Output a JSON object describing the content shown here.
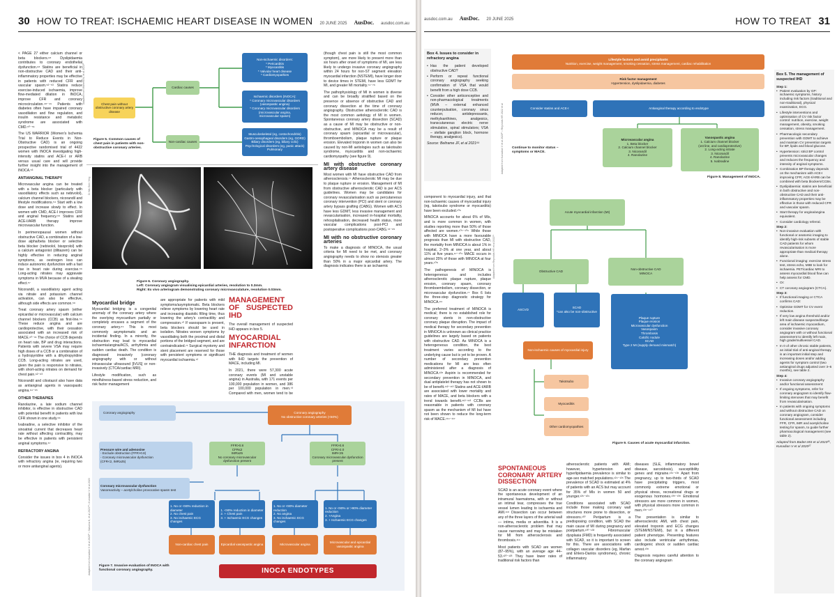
{
  "left_header": {
    "page_no": "30",
    "title": "HOW TO TREAT: ISCHAEMIC HEART DISEASE IN WOMEN",
    "date": "20 JUNE 2025",
    "brand": "AusDoc.",
    "url": "ausdoc.com.au"
  },
  "right_header": {
    "url": "ausdoc.com.au",
    "brand": "AusDoc.",
    "date": "20 JUNE 2025",
    "title": "HOW TO TREAT",
    "page_no": "31"
  },
  "col1": {
    "p1": "< PAGE 27 either calcium channel or beta blockers.⁶⁸ Dyslipidaemia contributes to coronary endothelial dysfunction.⁶⁸ Statins are beneficial in non-obstructive CAD and their anti-inflammatory properties may be effective in patients with reduced CFR and vascular spasm.⁵²⁻⁵³ Statins reduce exercise-induced ischaemia, improve flow-mediated dilation in INOCA, improve CFR and coronary microcirculation.⁴⁸⁻⁴⁹ Patients with diabetes often have impaired coronary vasodilation and flow regulation, and insulin resistance and metabolic syndrome are associated with CMD.⁵⁰⁻⁵¹",
    "p2": "The US WARRIOR (Women's Ischemia Trial to Reduce Events in Non-Obstructive CAD) is an ongoing prospective randomised trial of 4422 women with INOCA investigating high-intensity statins and ACE-I or ARB versus usual care and will provide further insight into the management of INOCA.⁵³",
    "h_anti": "ANTIANGINAL THERAPY",
    "p3": "Microvascular angina can be treated with a beta blocker (particularly with vasodilatory effects such as nebivolol), calcium channel blockers, nicorandil and lifestyle modifications.⁵⁴ Start with a low dose and increase slowly to effect. In women with CMD, ACE-I improves CFR and anginal frequency.⁵⁵ Statins and ACE-I/ARB therapy improve microvascular function.",
    "p4": "In perimenopausal women without obstructive CAD, a combination of a low-dose alpha/beta blocker or selective beta blocker (nebivolol, bisoprolol) with a calcium antagonist (diltiazem) can be highly effective in reducing anginal symptoms, as oestrogen loss can induce autonomic dysfunction with a fast rise in heart rate during exercise.⁵⁶ Long-acting nitrates may aggravate symptoms in MVA because of a stealing effect.⁵⁷",
    "p5": "Nicorandil, a vasodilatory agent acting via nitrate and potassium channel activation, can also be effective, although side effects are common.⁵⁸",
    "p6": "Treat coronary artery spasm (either epicardial or microvascular) with calcium channel blockers (CCB) as first-line.⁵⁹ These reduce angina and are cardioprotective, with their cessation associated with an increased risk of MACE.⁶⁰⁻⁶¹ The choice of CCB depends on heart rate, BP and drug interactions. Patients with severe VSA may require high doses of a CCB or a combination of a hydropyridine with a dihydropyridine CCB. Long-acting nitrates are used, given the pain is responsive to nitrates, with short-acting nitrates on demand for chest pain.⁶²⁻⁶³",
    "p7": "Nicorandil and cilostazol also have data as antianginal agents in vasospastic angina.⁶⁴⁻⁶⁵",
    "h_other": "OTHER THERAPIES",
    "p8": "Ranolazine, a late sodium channel inhibitor, is effective in obstructive CAD with potential benefit in patients with low CFR shown in one study.⁶⁶",
    "p9": "Ivabradine, a selective inhibitor of the sinoatrial current that decreases heart rate without affecting contractility, may be effective in patients with persistent anginal symptoms.⁶⁷",
    "h_ref": "REFRACTORY ANGINA",
    "p10": "Consider the issues in box 4 in INOCA with refractory angina (ie, requiring two or more antianginal agents)."
  },
  "fig5": {
    "root": "Chest pain without obstructive coronary artery disease",
    "cardiac": "Cardiac causes",
    "noncardiac": "Non-cardiac causes",
    "ischaemic_title": "Non-ischaemic disorders:",
    "ischaemic_items": [
      "* Pericarditis",
      "* Myocarditis",
      "* Valvular heart disease",
      "* Cardiomyopathies"
    ],
    "inoca_title": "Ischaemic disorders (INOCA):",
    "inoca_items": [
      "* Coronary microvascular disorders",
      "(vasospastic angina)",
      "* Coronary microvascular disorders",
      "(microvascular angina,",
      "microvascular spasm)"
    ],
    "noncard_items": [
      "Musculoskeletal (eg, costochondritis)",
      "Gastro-oesophageal disorders (eg, GORD)",
      "Biliary disorders (eg, biliary colic)",
      "Psychological disorders (eg, panic attack)",
      "Pulmonary"
    ],
    "caption_title": "Figure 5. Common causes of chest pain in patients with non-obstructive coronary arteries.",
    "credit": "Adapted from Waheed N, et al 2021²¹"
  },
  "fig6": {
    "credit": "Dr Ms Gem Ying",
    "caption_title": "Figure 6. Coronary angiography.",
    "caption_left": "Left:",
    "caption_left_text": "Coronary angiogram visualising epicardial arteries, resolution to 0.3mm.",
    "caption_right": "Right:",
    "caption_right_text": "Ex vivo arteriogram demonstrating coronary microvasculature, resolution 0.03mm."
  },
  "col2": {
    "h": "Myocardial bridge",
    "p1": "Myocardial bridging is a congenital anomaly of the coronary artery where the overlying myocardium partially or completely encases a segment of the coronary artery.⁶⁹ This is most commonly asymptomatic and an incidental finding. In a minority, the obstruction may lead to myocardial ischaemia/angina/ACS, arrhythmia and sudden cardiac death. The condition is diagnosed invasively (coronary angiography with or without intravascular ultrasound [IVUS] or non-invasively (CTCA/cardiac MRI).",
    "p2": "Lifestyle modification, such as mindfulness-based stress reduction, and risk factor management"
  },
  "col3": {
    "p1": "are appropriate for patients with mild symptoms/asymptomatic. Beta blockers relieve symptoms by lowering heart rate and increasing diastolic filling time, thus lowering the artery's contractility and compression.⁷⁰ If vasospasm is present, beta blockers should be used in isolation. Nitrates worsen symptoms by vasodilating both the proximal and distal portions of the bridged segment, and are contraindicated.⁷¹ Surgical myotomy and stent placement are reserved for those with persistent symptoms or significant myocardial ischaemia.⁷²"
  },
  "col4": {
    "h1": "MANAGEMENT OF SUSPECTED IHD",
    "p1": "The overall management of suspected IHD appears in box 5.",
    "h2": "MYOCARDIAL INFARCTION",
    "p2": "THE diagnosis and treatment of women with IHD targets the prevention of MACE, including MI.",
    "p3": "In 2021, there were 57,300 acute coronary events (MI and unstable angina) in Australia, with 171 events per 100,000 population in women, and 386 per 100,000 population in men.⁷³ Compared with men, women tend to be older at the time of first MI, have more associated symptoms"
  },
  "col5": {
    "p1": "(though chest pain is still the most common symptom), are more likely to present more than six hours after onset of symptoms of MI, are less likely to undergo invasive coronary angiography within 24 hours for non-ST segment elevation myocardial infarction (NSTEMI), have longer door to device times in STEMI, have less GDMT for MI, and greater MI mortality.⁷⁴⁻⁷⁶",
    "p2": "The pathophysiology of MI in women is diverse and can be broadly stratified based on the presence or absence of obstructive CAD and coronary dissection at the time of coronary angiography. Obstructive atherosclerotic CAD is the most common aetiology of MI in women. Spontaneous coronary artery dissection (SCAD) as a cause of MI may be obstructive or non-obstructive, and MINOCA may be a result of coronary spasm (epicardial or microvascular), thromboembolism, plaque rupture or plaque erosion. Elevated troponin in women can also be caused by non-MI aetiologies such as takotsubo syndrome, myocarditis and non-ischaemic cardiomyopathy (see figure 9).",
    "h1": "MI with obstructive coronary artery disease",
    "p3": "Most women with MI have obstructive CAD from atherosclerosis.⁷⁷ Atherosclerotic MI may be due to plaque rupture or erosion. Management of MI from obstructive atherosclerotic CAD is per ACS guidelines. Women may be candidates for coronary revascularisation such as percutaneous coronary intervention (PCI) and stent or coronary artery bypass grafting (CABG). Women with ACS have less GDMT, less invasive management and revascularisation, increased in-hospital mortality, rehospitalisation, decreased health status, more vascular complications post-PCI and postoperative complications post-CABG.⁷⁸⁻⁸⁵",
    "h2": "MI with no obstructive coronary arteries",
    "p4": "To make a diagnosis of MINOCA, the usual criteria for MI need to be met, and coronary angiography needs to show no stenosis greater than 50% in a major epicardial artery. The diagnosis indicates there is an ischaemic"
  },
  "fig7": {
    "angio": "Coronary angiography",
    "angio_result": "Coronary angiography\nNo obstructive coronary arteries (<50%)",
    "pressure_title": "Pressure wire and adenosine",
    "pressure_items": [
      "- Exclude obstruction (FFR>0.8)",
      "- Coronary microvascular dysfunction",
      "(CFR<2, IMR≥25)"
    ],
    "ffr1": "FFR>0.8\nCFR≤2\nIMR≥25\nNo coronary microvascular dysfunction present",
    "ffr2": "FFR>0.8\nCFR>2.0\nIMR<25\nCoronary microvascular dysfunction present",
    "cmd_title": "Coronary microvascular dysfunction",
    "cmd_text": "Vasoreactivity – acetylcholine provocative spasm test",
    "r1": "1. No or <90% reduction in diameter\n2. No chest pain\n3. No ischaemic ECG changes",
    "r2": "1. <90% reduction in diameter\n2. + Chest pain\n3. + Ischaemic ECG changes",
    "r3": "1. No or <90% diameter reduction\n2. No angina\n3. No ischaemic ECG changes",
    "r4": "1. No or <90% or >90% diameter reduction\n2. +Angina\n3. + Ischaemic ECG changes",
    "o1": "Non-cardiac chest pain",
    "o2": "Epicardial vasospastic angina",
    "o3": "Microvascular angina",
    "o4": "Microvascular and epicardial vasospastic angina",
    "banner": "INOCA ENDOTYPES",
    "caption": "Figure 7. Invasive evaluation of INOCA with functional coronary angiography.",
    "credit": "Adapted from Kunadian V et al 2020²⁷ • Sakuma K, et al 2021⁸⁶ • Kunadian V et al 2020"
  },
  "box4": {
    "title": "Box 4. Issues to consider in refractory angina",
    "items": [
      "Has the patient developed obstructive CAD?",
      "Perform or repeat functional coronary angiography seeking confirmation of VSA that would benefit from a high dose CCB.",
      "Consider other anticonceptive and non-pharmacological treatments (MVA – external enhanced counterpulsation, coronary sinus reducer, antidepressants, methylxanthines, analgesics, transcutaneous electric nerve stimulation, spinal stimulators; VSA – stellate ganglion block, hormone therapy, analgesics)."
    ],
    "source": "Source: Beltrame JF, et al 2021⁶⁹"
  },
  "fig8": {
    "lifestyle_title": "Lifestyle factors and avoid precipitants",
    "lifestyle_text": "Nutrition, exercise, weight management, smoking cessation, stress management, cardiac rehabilitation",
    "risk_title": "Risk factor management",
    "risk_text": "Hypertension, dyslipidaemia, diabetes",
    "statins": "Consider statins and ACE-I",
    "antianginal": "Antianginal therapy according to endotype",
    "micro_title": "Microvascular angina",
    "micro_items": [
      "1. Beta blocker",
      "2. Calcium channel blocker",
      "3. Nicorandil",
      "4. Ranolazine"
    ],
    "vaso_title": "Vasospastic angina",
    "vaso_items": [
      "1. Calcium channel blocker",
      "(1st line, and cardioprotective)",
      "2. Long-acting nitrate",
      "3. Nicorandil",
      "4. Ranolazine",
      "5. Ivabradine"
    ],
    "monitor": "Continue to monitor status – symptoms or MACE.",
    "caption": "Figure 8. Management of INOCA.",
    "credit": "Adapted from Kunadian V et al 2020²⁷ • Reynolds HR 2022 et al"
  },
  "fig9": {
    "root": "Acute myocardial infarction (MI)",
    "obstructive": "Obstructive CAD",
    "nonobstructive": "Non-obstructive CAD\nMINOCA",
    "ascvd": "ASCVD",
    "scad": "SCAD\n*can also be non-obstructive",
    "minoca_items": [
      "Plaque rupture",
      "Plaque erosion",
      "Microvascular dysfunction",
      "Vasospasm",
      "Thrombosis",
      "Calcific nodule",
      "SCAD",
      "Type 2 MI (supply demand mismatch)"
    ],
    "noncardiac": "Non-ischaemic causes of myocardial injury",
    "takotsubo": "Takotsubo",
    "myocarditis": "Myocarditis",
    "other": "Other cardiomyopathies",
    "caption": "Figure 9. Causes of acute myocardial infarction.",
    "credit": "Adapted from Reynolds HR et al 2022²⁴"
  },
  "rcol1": {
    "p1": "component to myocardial injury, and that non-ischaemic causes of myocardial injury (eg, takotsubo syndrome or myocarditis) have been excluded.¹⁰⁶",
    "p2": "MINOCA accounts for about 6% of MIs, and is more common in women, with studies reporting more than 50% of those affected are women.¹⁰⁷⁻¹⁰⁹ While those with MINOCA have a more favourable prognosis than MI with obstructive CAD, the mortality from MINOCA is about 1% in hospital, 2–3% at one year, and about 11% at five years.⁶⁷⁻¹⁰⁹ MACE occurs in almost 25% of those with MINOCA at four years.¹⁰⁸",
    "p3": "The pathogenesis of MINOCA is heterogeneous and includes atherosclerotic plaque rupture, plaque erosion, coronary spasm, coronary thromboembolism, coronary dissection, or microvascular dysfunction.⁷⁷ Box 6 lists the three-step diagnostic strategy for MINOCA.⁸⁴",
    "p4": "The preferred treatment of MINOCA is medical; there is no established role for coronary stents in non-obstructive coronary plaque disruption. The impact of medical therapy for secondary prevention in MINOCA is unknown as clinical practice guidelines are largely based on patients with obstructive CAD. As MINOCA is a heterogeneous condition, the best treatment varies according to the underlying cause but is yet to be proven. A number of secondary prevention medications for MI are less often administered after a diagnosis of MINOCA.¹²⁸ Aspirin is recommended for secondary prevention in MINOCA, and dual antiplatelet therapy has not shown to be of benefit.¹¹²⁻¹¹³ Statins and ACE-I/ARB are associated with lower mortality and rates of MACE, and beta blockers with a trend towards benefit.¹¹²⁻¹¹³ CCBs are reasonable in patients with coronary spasm as the mechanism of MI but have not been shown to reduce the long-term risk of MACE.¹¹⁴⁻¹¹⁷"
  },
  "scad": {
    "h": "SPONTANEOUS CORONARY ARTERY DISSECTION",
    "p1": "SCAD is an acute coronary event where the spontaneous development of an intramural haematoma, with or without an intimal tear, compresses the true vessel lumen leading to ischaemia and AMI.¹¹⁸ Dissection can occur between any of the three layers of the arterial wall — intima, media or adventitia. It is a non-atherosclerotic problem that may cause narrowing and may be mistaken for MI from atherosclerosis and thrombosis.¹¹⁹",
    "p2": "Most patients with SCAD are women (87–95%), with an average age 44–53.¹²⁰⁻¹²³ They have lower rates of traditional risk factors than",
    "p3": "atherosclerotic patients with AMI; however, hypertension and hyperlipidaemia prevalence is similar to age-sex matched populations.¹²⁴⁻¹²⁶ The prevalence of SCAD is estimated at 4% of patients with an ACS but may account for 35% of MIs in women 50 and younger.¹²⁶⁻¹²⁹",
    "p4": "Conditions associated with SCAD include those making coronary wall structures more prone to dissection, or stressors.¹³⁰ Peripartum is a predisposing condition, with SCAD the main cause of MI during pregnancy and postpartum.¹³⁰⁻¹³³ Fibromuscular dysplasia (FMD) is frequently associated with SCAD, so it is important to screen for this. There are associations with collagen vascular disorders (eg, Marfan and Ehlers-Danlos syndromes), chronic inflammatory",
    "p5": "diseases (SLE, inflammatory bowel disease, sarcoidosis), susceptibility genes and migraine.¹³⁴⁻¹³⁶ Apart from pregnancy, up to two-thirds of SCAD have precipitating triggers, most commonly extreme emotional or physical stress, recreational drugs or exogenous hormones.¹³⁵⁻¹³⁸ Emotional stressors are more common in women, with physical stressors more common in men.¹³⁸⁻¹⁴⁰",
    "p6": "The presentation is similar to atherosclerotic AMI, with chest pain, elevated troponin and ECG changes (STEMI/NSTEMI), but in a different patient phenotype. Presenting features also include ventricular arrhythmias, cardiogenic shock or sudden cardiac arrest.¹³⁸",
    "p7": "Diagnosis requires careful attention to the coronary angiogram"
  },
  "box5": {
    "title": "Box 5. The management of suspected IHD",
    "step1": "Step 1:",
    "s1items": [
      "Patient evaluation by GP: ischaemic symptoms, history including risk factors (traditional and non-traditional), physical examination, ECG.",
      "Lifestyle interventions and optimisation of CV risk factor control: nutrition, exercise, weight management, obesity, smoking cessation, stress management.",
      "Pharmacologic secondary prevention with GDMT to achieve and maintain CV prevention targets for BP, lipids and blood glucose.",
      "Hypertension: strict BP control prevents microvascular changes and reduces the frequency and intensity of anginal symptoms.",
      "Combination BP therapy depends on the mechanism with ACE-I improving CFR; ACE-I/ARB can be combined with beta blockers/CCBs.",
      "Dyslipidaemia: statins are beneficial in both obstructive and non-obstructive CAD and their anti-inflammatory properties may be effective in those with reduced CFR and vascular spasm.",
      "Start therapy for angina/angina equivalent.",
      "Consider cardiology referral."
    ],
    "step2": "Step 2:",
    "s2items": [
      "Non-invasive evaluation with functional or anatomic imaging to identify high-risk subsets of stable CAD patients for whom revascularisation is more appropriate than medical therapy alone.",
      "Functional imaging: exercise stress test, stress echo, MIBI to look for ischaemia. PET/cardiac MRI to assess myocardial blood flow can help assess for CMD.",
      "Or:",
      "CT coronary angiogram (CTCA)."
    ],
    "step3": "Step 3:",
    "s3items": [
      "If functional imaging or CTCA confirms CAD:",
      "Optimise GDMT for CV event reduction.",
      "If very low angina threshold and/or left main disease suspected/large area of ischaemic myocardium, consider invasive coronary angiogram with or without functional assessment to identify left main, high grade/multivessel CAD.",
      "In 0 of other chronic stable patients, an initial trial of anti-anginal therapy is an important initial step and increasing doses and/or adding agents for symptom control (two antianginal drugs adjusted over 3–6 months), see table 2."
    ],
    "step4": "Step 4:",
    "s4items": [
      "Invasive coronary angiography and/or functional assessment:",
      "If ongoing symptoms, refer for coronary angiogram to identify flow-limiting stenoses that may benefit from revascularisation.",
      "In patients with ongoing symptoms and without obstructive CAD on coronary angiogram, consider functional assessment including FFR, CFR, IMR and acetylcholine testing for spasm, to guide further pharmacological management (see table 2)."
    ],
    "source": "Adapted from Baden MS et al 2023²⁵, Kunadian V et al 2020²⁷"
  }
}
